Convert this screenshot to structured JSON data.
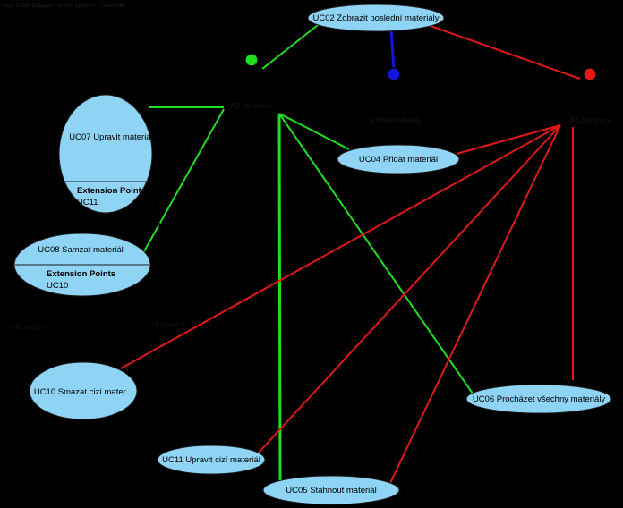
{
  "header_text": "Use Case Diagram of the system - materials",
  "colors": {
    "green": "#1ee01e",
    "red": "#e01818",
    "blue": "#1414dd",
    "use_case_fill": "#8fd3f5"
  },
  "actors": [
    {
      "id": "a2",
      "label": "A2 Uživatel",
      "color": "green"
    },
    {
      "id": "a3",
      "label": "A3 Návštěvník",
      "color": "blue"
    },
    {
      "id": "a1",
      "label": "A1 Správce",
      "color": "red"
    }
  ],
  "use_cases": [
    {
      "id": "uc02",
      "label": "UC02 Zobrazit poslední materiály"
    },
    {
      "id": "uc04",
      "label": "UC04 Přidat materiál"
    },
    {
      "id": "uc06",
      "label": "UC06 Procházet všechny materiály"
    },
    {
      "id": "uc05",
      "label": "UC05 Stáhnout materiál"
    },
    {
      "id": "uc11",
      "label": "UC11 Upravit cizí materiál"
    },
    {
      "id": "uc10",
      "label": "UC10 Smazat cizí mater..."
    },
    {
      "id": "uc07",
      "label": "UC07 Upravit materiál",
      "extension_title": "Extension Points",
      "extension_point": "UC11"
    },
    {
      "id": "uc08",
      "label": "UC08 Samzat materiál",
      "extension_title": "Extension Points",
      "extension_point": "UC10"
    }
  ],
  "stereotypes": {
    "extend_left": "<<Extend>>",
    "extend_right": "<<Extend>>"
  }
}
